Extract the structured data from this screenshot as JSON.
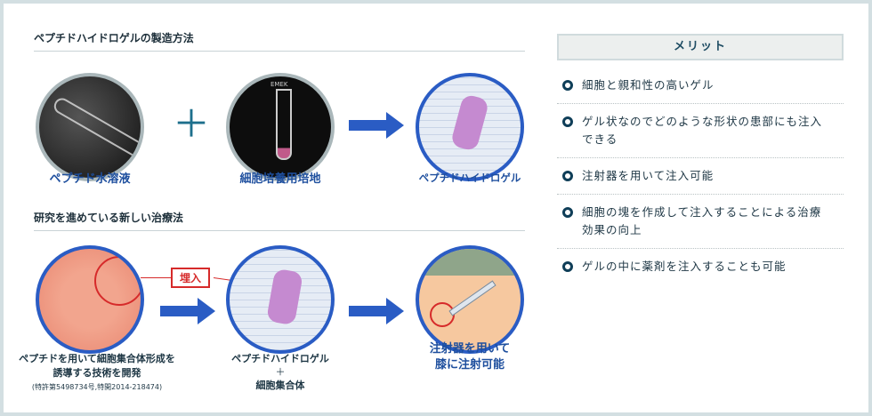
{
  "section1": {
    "title": "ペプチドハイドロゲルの製造方法",
    "items": [
      "ペプチド水溶液",
      "細胞培養用培地",
      "ペプチドハイドロゲル"
    ],
    "plus": "＋",
    "tube_label": "EMEK"
  },
  "section2": {
    "title": "研究を進めている新しい治療法",
    "callout": "埋入",
    "item1": {
      "line1": "ペプチドを用いて細胞集合体形成を",
      "line2": "誘導する技術を開発",
      "note": "(特許第5498734号,特開2014-218474)"
    },
    "item2": {
      "line1": "ペプチドハイドロゲル",
      "plus": "＋",
      "line2": "細胞集合体"
    },
    "item3": {
      "line1": "注射器を用いて",
      "line2": "膝に注射可能"
    }
  },
  "merit": {
    "title": "メリット",
    "items": [
      "細胞と親和性の高いゲル",
      "ゲル状なのでどのような形状の患部にも注入できる",
      "注射器を用いて注入可能",
      "細胞の塊を作成して注入することによる治療効果の向上",
      "ゲルの中に薬剤を注入することも可能"
    ]
  },
  "colors": {
    "blue": "#2a5cc4",
    "teal": "#1d6f8c",
    "red": "#d62a2a"
  }
}
